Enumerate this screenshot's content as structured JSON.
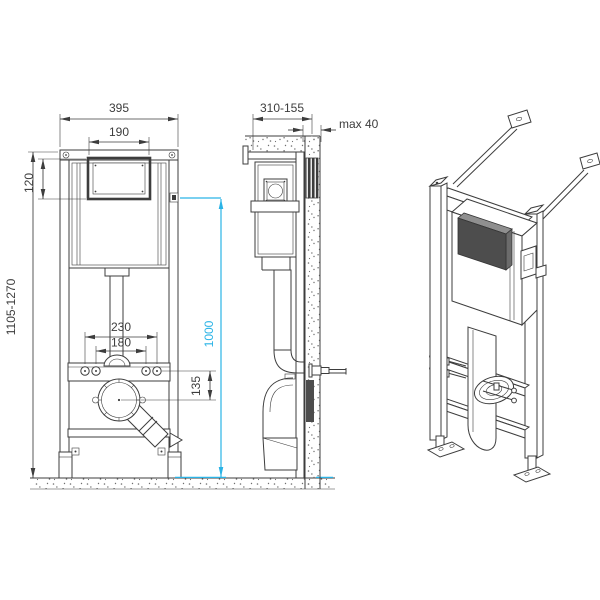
{
  "dims": {
    "front_total_width": "395",
    "flush_opening_width": "190",
    "flush_opening_height": "120",
    "frame_height_range": "1105-1270",
    "fixing_bolt_spacing_outer": "230",
    "fixing_bolt_spacing_inner": "180",
    "drain_center_offset": "135",
    "install_depth_range": "310-155",
    "max_wall_finish": "max 40",
    "meter_mark_height": "1000"
  },
  "colors": {
    "line": "#3d3d3d",
    "accent_cyan": "#2ab3e6",
    "dark_fill": "#4d4d4d",
    "background": "#ffffff"
  }
}
